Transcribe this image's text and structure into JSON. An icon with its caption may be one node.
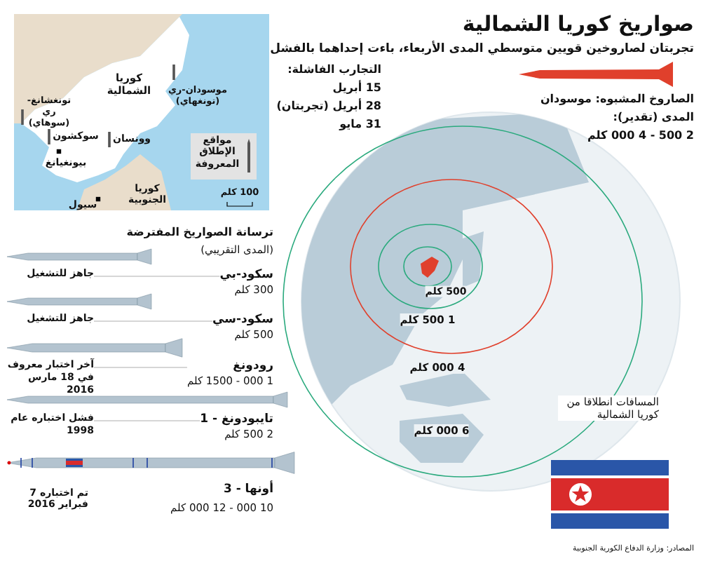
{
  "diagram": {
    "title": "صواريخ كوريا الشمالية",
    "nodes": [
      {
        "text": [
          "سكود-بي",
          "300 كلم"
        ]
      },
      {
        "text": [
          "جاهز للتشغيل"
        ]
      },
      {
        "text": [
          "سكود-سي",
          "500 كلم"
        ]
      },
      {
        "text": [
          "جاهز للتشغيل"
        ]
      },
      {
        "text": [
          "رودونغ",
          "1 000 - 1500 كلم"
        ]
      },
      {
        "text": [
          "آخر اختبار معروف في 18 مارس 2016"
        ]
      },
      {
        "text": [
          "تايبودونغ - 1",
          "2 500 كلم"
        ]
      },
      {
        "text": [
          "فشل اختباره عام 1998"
        ]
      }
    ],
    "edges": [
      {
        "from": 0,
        "to": 1,
        "arrow": "none"
      },
      {
        "from": 2,
        "to": 3,
        "arrow": "none"
      },
      {
        "from": 4,
        "to": 5,
        "arrow": "none"
      },
      {
        "from": 6,
        "to": 7,
        "arrow": "none"
      }
    ],
    "labels": [
      "تجربتان لصاروخين قويين متوسطي المدى الأربعاء، باءت إحداهما بالفشل",
      "التجارب الفاشلة:",
      "15 أبريل",
      "28 أبريل (تجربتان)",
      "31 مايو",
      "الصاروخ المشبوه: موسودان",
      "المدى (تقدير):",
      "2 500 - 4 000 كلم",
      "كوريا الشمالية",
      "موسودان-ري (تونغهاي)",
      "تونغشانغ-ري (سوهاي)",
      "سوكشون",
      "وونسان",
      "بيونغيانغ",
      "كوريا الجنوبية",
      "سيول",
      "100 كلم",
      "ترسانة الصواريخ المفترضة",
      "(المدى التقريبي)",
      "أونها - 3",
      "10 000 - 12 000 كلم",
      "تم اختباره 7 فبراير 2016",
      "500 كلم",
      "1 500 كلم",
      "4 000 كلم",
      "6 000 كلم",
      "المسافات انطلاقا من كوريا الشمالية",
      "المصادر: وزارة الدفاع الكورية الجنوبية"
    ],
    "legend": [
      {
        "text": "مواقع الإطلاق المعروفة"
      }
    ]
  }
}
